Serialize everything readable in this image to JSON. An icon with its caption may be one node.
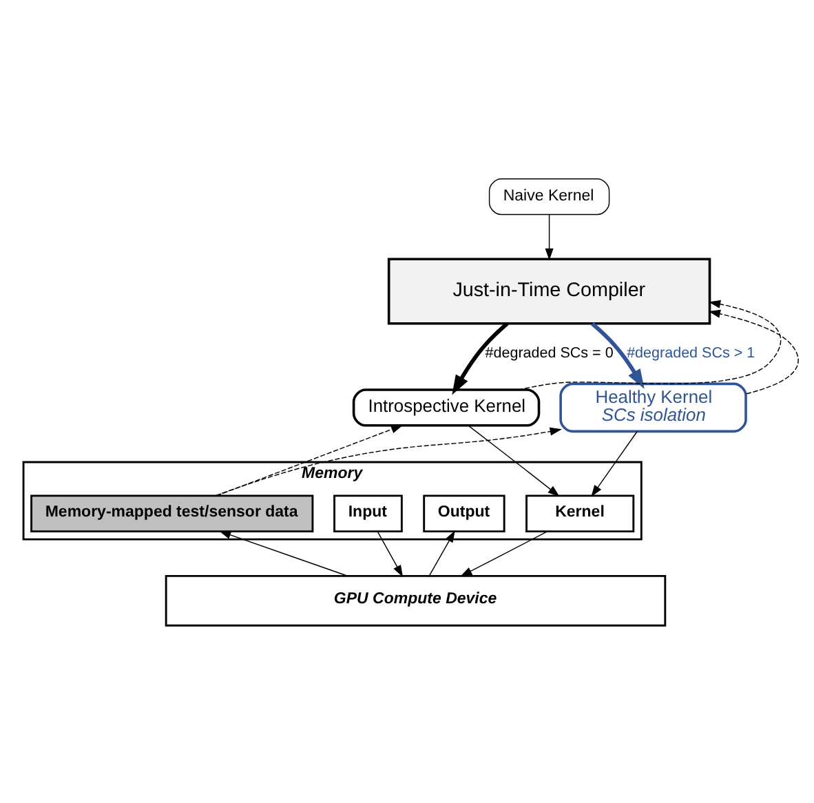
{
  "diagram": {
    "nodes": [
      {
        "text": [
          "Naive Kernel"
        ]
      },
      {
        "text": [
          "Just-in-Time Compiler"
        ]
      },
      {
        "text": [
          "Introspective Kernel"
        ]
      },
      {
        "text": [
          "Healthy Kernel",
          "SCs isolation"
        ]
      },
      {
        "text": [
          "Memory"
        ]
      },
      {
        "text": [
          "Memory-mapped test/sensor data"
        ],
        "in": 4
      },
      {
        "text": [
          "Input"
        ],
        "in": 4
      },
      {
        "text": [
          "Output"
        ],
        "in": 4
      },
      {
        "text": [
          "Kernel"
        ],
        "in": 4
      },
      {
        "text": [
          "GPU Compute Device"
        ]
      }
    ],
    "edges": [
      {
        "from": 0,
        "to": 1,
        "arrow": "to"
      },
      {
        "from": 1,
        "to": 2,
        "arrow": "to",
        "label": "#degraded SCs = 0",
        "style": "thick"
      },
      {
        "from": 1,
        "to": 3,
        "arrow": "to",
        "label": "#degraded SCs > 1",
        "style": "thick",
        "color": "#2f5597"
      },
      {
        "from": 2,
        "to": 1,
        "arrow": "to",
        "style": "dashed"
      },
      {
        "from": 3,
        "to": 1,
        "arrow": "to",
        "style": "dashed"
      },
      {
        "from": 5,
        "to": 2,
        "arrow": "to",
        "style": "dashed"
      },
      {
        "from": 5,
        "to": 3,
        "arrow": "to",
        "style": "dashed"
      },
      {
        "from": 2,
        "to": 8,
        "arrow": "to"
      },
      {
        "from": 3,
        "to": 8,
        "arrow": "to"
      },
      {
        "from": 9,
        "to": 5,
        "arrow": "to"
      },
      {
        "from": 6,
        "to": 9,
        "arrow": "to"
      },
      {
        "from": 9,
        "to": 7,
        "arrow": "to"
      },
      {
        "from": 8,
        "to": 9,
        "arrow": "to"
      }
    ]
  }
}
